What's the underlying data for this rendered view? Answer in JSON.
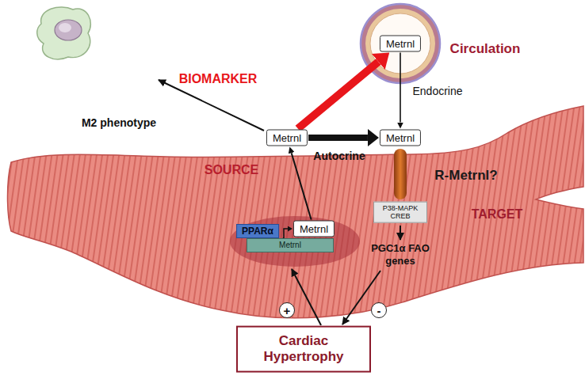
{
  "diagram": {
    "nodes": [
      {
        "text": [
          "Metrnl"
        ]
      },
      {
        "text": [
          "Metrnl"
        ]
      },
      {
        "text": [
          "Metrnl"
        ]
      },
      {
        "text": [
          "P38-MAPK CREB"
        ]
      },
      {
        "text": [
          "PPARα"
        ]
      },
      {
        "text": [
          "Metrnl"
        ]
      },
      {
        "text": [
          "Metrnl"
        ]
      },
      {
        "text": [
          "Cardiac Hypertrophy"
        ]
      },
      {
        "text": [
          "+"
        ]
      },
      {
        "text": [
          "-"
        ]
      }
    ],
    "edges": [
      {
        "from": 1,
        "to": 0,
        "arrow": "to",
        "label": "BIOMARKER"
      },
      {
        "from": 1,
        "to": 2,
        "arrow": "to",
        "label": "Autocrine"
      },
      {
        "from": 0,
        "to": 2,
        "arrow": "to",
        "label": "Endocrine"
      },
      {
        "from": 6,
        "to": 5,
        "arrow": "to"
      },
      {
        "from": 5,
        "to": 1,
        "arrow": "to"
      }
    ],
    "labels": [
      "M2 phenotype",
      "Circulation",
      "SOURCE",
      "R-Metrnl?",
      "TARGET",
      "PGC1α FAO genes"
    ]
  }
}
